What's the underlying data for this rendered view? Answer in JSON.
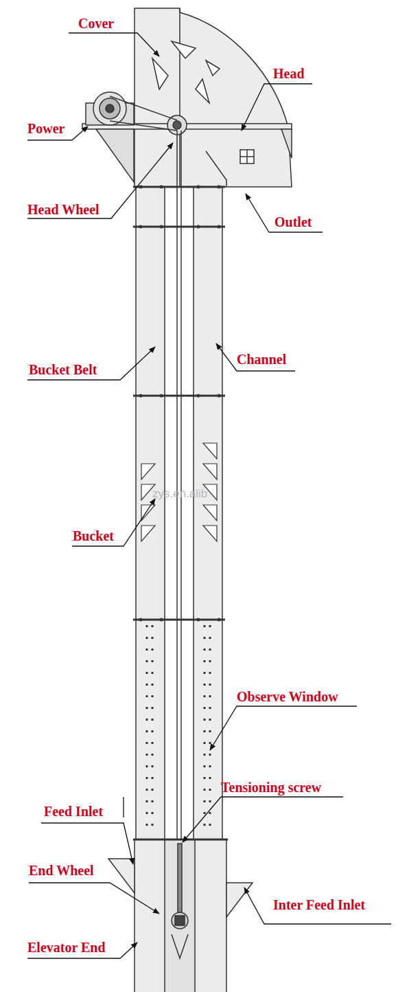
{
  "diagram": {
    "labels": [
      "Cover",
      "Head",
      "Power",
      "Head Wheel",
      "Outlet",
      "Bucket Belt",
      "Channel",
      "Bucket",
      "Observe Window",
      "Tensioning screw",
      "Feed Inlet",
      "End Wheel",
      "Inter Feed Inlet",
      "Elevator End",
      "zys.en.alib"
    ]
  }
}
